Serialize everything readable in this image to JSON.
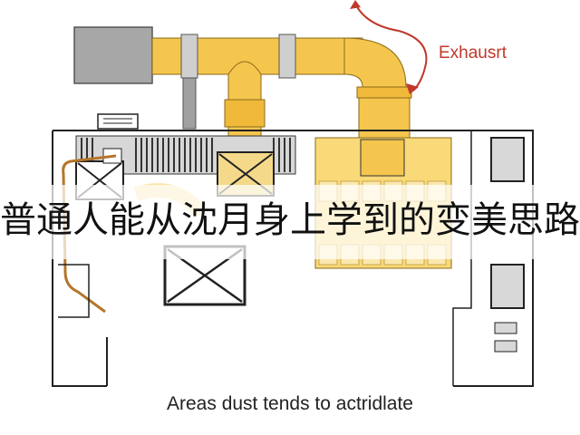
{
  "diagram": {
    "exhaust_label": "Exhausrt",
    "caption": "Areas dust tends to actridlate",
    "overlay_title": "普通人能从沈月身上学到的变美思路"
  },
  "colors": {
    "duct_yellow": "#f5c64e",
    "duct_light": "#fbe3a0",
    "grey_unit": "#9a9a9a",
    "arrow_red": "#c0392b",
    "pipe_brown": "#b5762a",
    "wall": "#222222"
  },
  "icons": [
    "fan-icon",
    "exhaust-arrow-icon",
    "vent-grille-icon"
  ]
}
